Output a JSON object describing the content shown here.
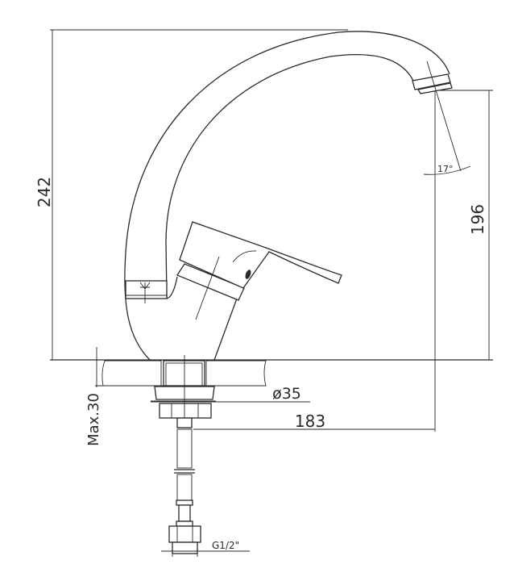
{
  "dimensions": {
    "total_height": "242",
    "spout_height": "196",
    "spout_reach": "183",
    "base_diameter": "ø35",
    "max_counter_thickness": "Max.30",
    "connection_thread": "G1/2\"",
    "spout_angle": "17°"
  },
  "colors": {
    "line": "#2a2a2a",
    "background": "#ffffff"
  }
}
